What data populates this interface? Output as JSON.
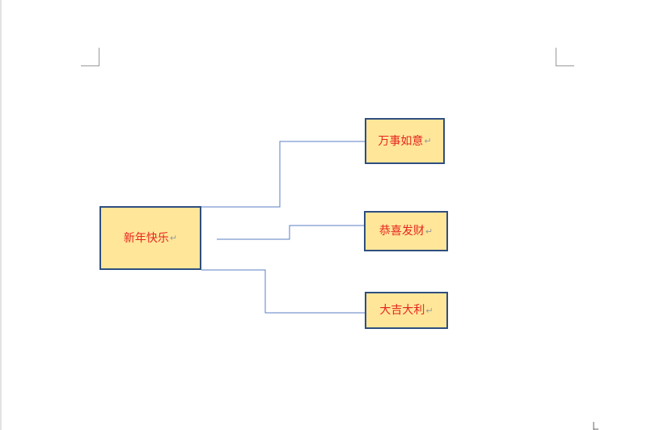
{
  "diagram": {
    "root": {
      "label": "新年快乐"
    },
    "children": [
      {
        "label": "万事如意"
      },
      {
        "label": "恭喜发财"
      },
      {
        "label": "大吉大利"
      }
    ],
    "paragraph_mark": "↵"
  },
  "colors": {
    "box_fill": "#ffe699",
    "box_border": "#2f4f7f",
    "text": "#e6261f",
    "connector": "#5b7fc4"
  }
}
